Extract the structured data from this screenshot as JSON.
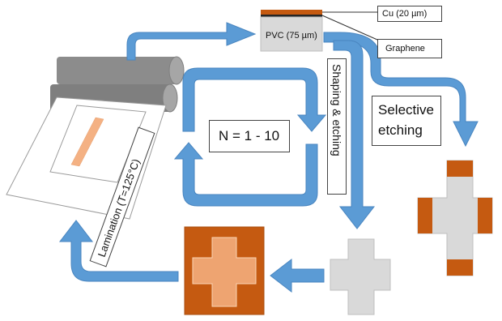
{
  "labels": {
    "cu": "Cu (20 µm)",
    "pvc": "PVC (75 µm)",
    "graphene": "Graphene",
    "shaping": "Shaping & etching",
    "selective_line1": "Selective",
    "selective_line2": "etching",
    "cycles": "N = 1 - 10",
    "lamination": "Lamination (T=125°C)"
  },
  "colors": {
    "arrow": "#5b9bd5",
    "copper": "#c55a11",
    "pvc_gray": "#d9d9d9",
    "peach": "#f4b183",
    "roller": "#8c8c8c"
  }
}
